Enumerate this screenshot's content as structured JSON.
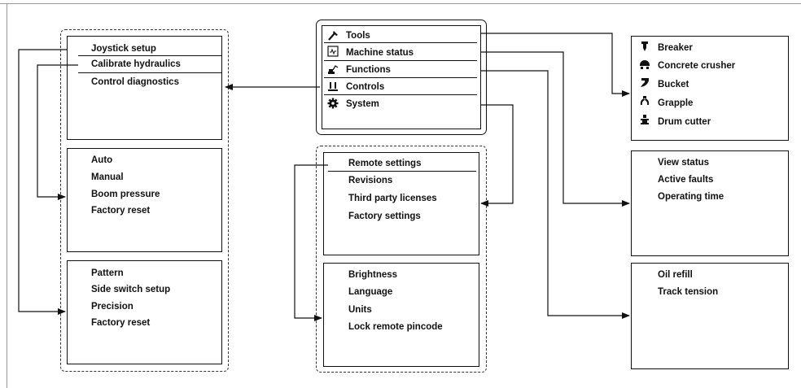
{
  "main_menu": {
    "items": [
      {
        "label": "Tools",
        "icon": "hammer-icon"
      },
      {
        "label": "Machine status",
        "icon": "status-screen-icon"
      },
      {
        "label": "Functions",
        "icon": "excavator-icon"
      },
      {
        "label": "Controls",
        "icon": "joystick-icon"
      },
      {
        "label": "System",
        "icon": "gear-icon"
      }
    ]
  },
  "controls_menu": {
    "items": [
      "Joystick setup",
      "Calibrate hydraulics",
      "Control diagnostics"
    ]
  },
  "calibrate_menu": {
    "items": [
      "Auto",
      "Manual",
      "Boom pressure",
      "Factory reset"
    ]
  },
  "joystick_menu": {
    "items": [
      "Pattern",
      "Side switch setup",
      "Precision",
      "Factory reset"
    ]
  },
  "system_menu": {
    "items": [
      "Remote settings",
      "Revisions",
      "Third party licenses",
      "Factory settings"
    ]
  },
  "remote_menu": {
    "items": [
      "Brightness",
      "Language",
      "Units",
      "Lock remote pincode"
    ]
  },
  "tools_menu": {
    "items": [
      {
        "label": "Breaker",
        "icon": "breaker-icon"
      },
      {
        "label": "Concrete crusher",
        "icon": "concrete-crusher-icon"
      },
      {
        "label": "Bucket",
        "icon": "bucket-icon"
      },
      {
        "label": "Grapple",
        "icon": "grapple-icon"
      },
      {
        "label": "Drum cutter",
        "icon": "drum-cutter-icon"
      }
    ]
  },
  "status_menu": {
    "items": [
      "View status",
      "Active faults",
      "Operating time"
    ]
  },
  "functions_menu": {
    "items": [
      "Oil refill",
      "Track tension"
    ]
  },
  "colors": {
    "line": "#111111",
    "background": "#ffffff"
  }
}
